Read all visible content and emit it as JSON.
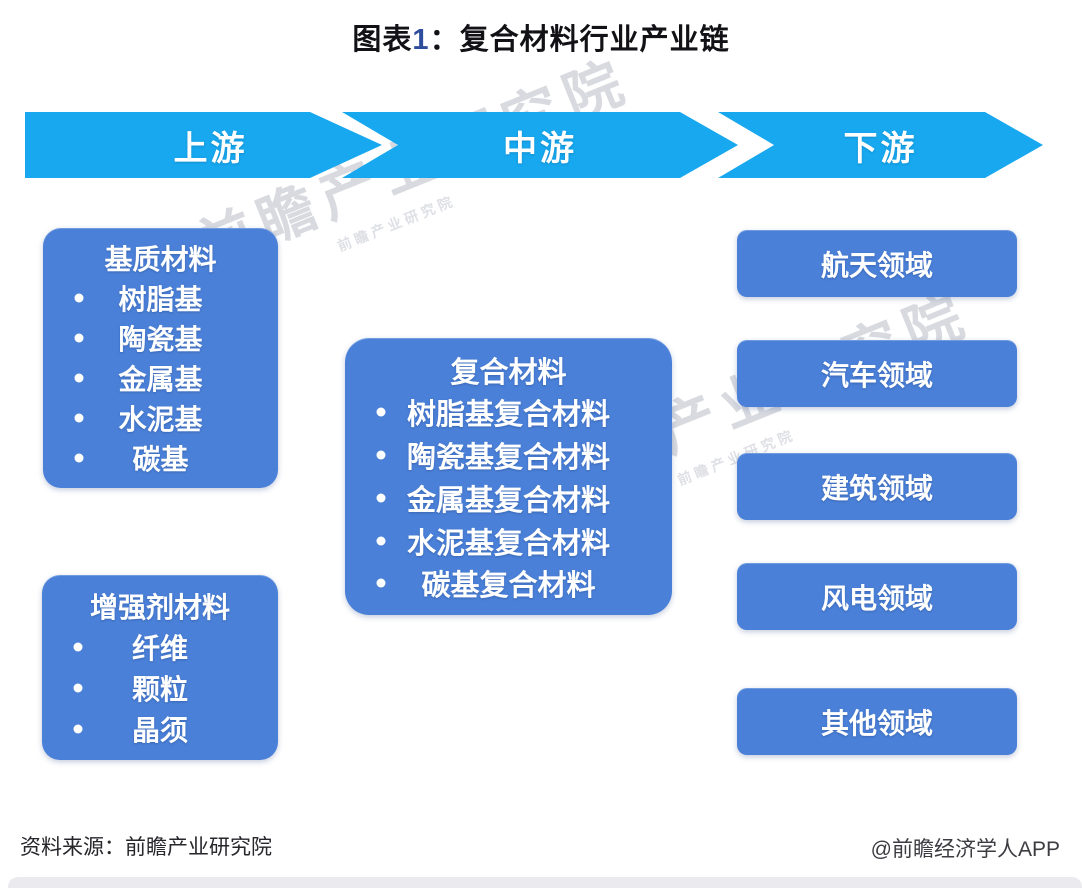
{
  "title": {
    "prefix": "图表",
    "number": "1",
    "colon": "：",
    "text": "复合材料行业产业链"
  },
  "colors": {
    "arrow_blue": "#17a8ef",
    "box_blue": "#4a80d8",
    "title_number_blue": "#2e4d9c",
    "watermark_gray": "#8e96a6"
  },
  "stages": [
    {
      "label": "上游"
    },
    {
      "label": "中游"
    },
    {
      "label": "下游"
    }
  ],
  "upstream": {
    "boxes": [
      {
        "title": "基质材料",
        "items": [
          "树脂基",
          "陶瓷基",
          "金属基",
          "水泥基",
          "碳基"
        ]
      },
      {
        "title": "增强剂材料",
        "items": [
          "纤维",
          "颗粒",
          "晶须"
        ]
      }
    ]
  },
  "midstream": {
    "box": {
      "title": "复合材料",
      "items": [
        "树脂基复合材料",
        "陶瓷基复合材料",
        "金属基复合材料",
        "水泥基复合材料",
        "碳基复合材料"
      ]
    }
  },
  "downstream": {
    "boxes": [
      "航天领域",
      "汽车领域",
      "建筑领域",
      "风电领域",
      "其他领域"
    ]
  },
  "watermark": {
    "text": "前瞻产业研究院"
  },
  "footer": {
    "source": "资料来源：前瞻产业研究院",
    "credit": "@前瞻经济学人APP"
  }
}
